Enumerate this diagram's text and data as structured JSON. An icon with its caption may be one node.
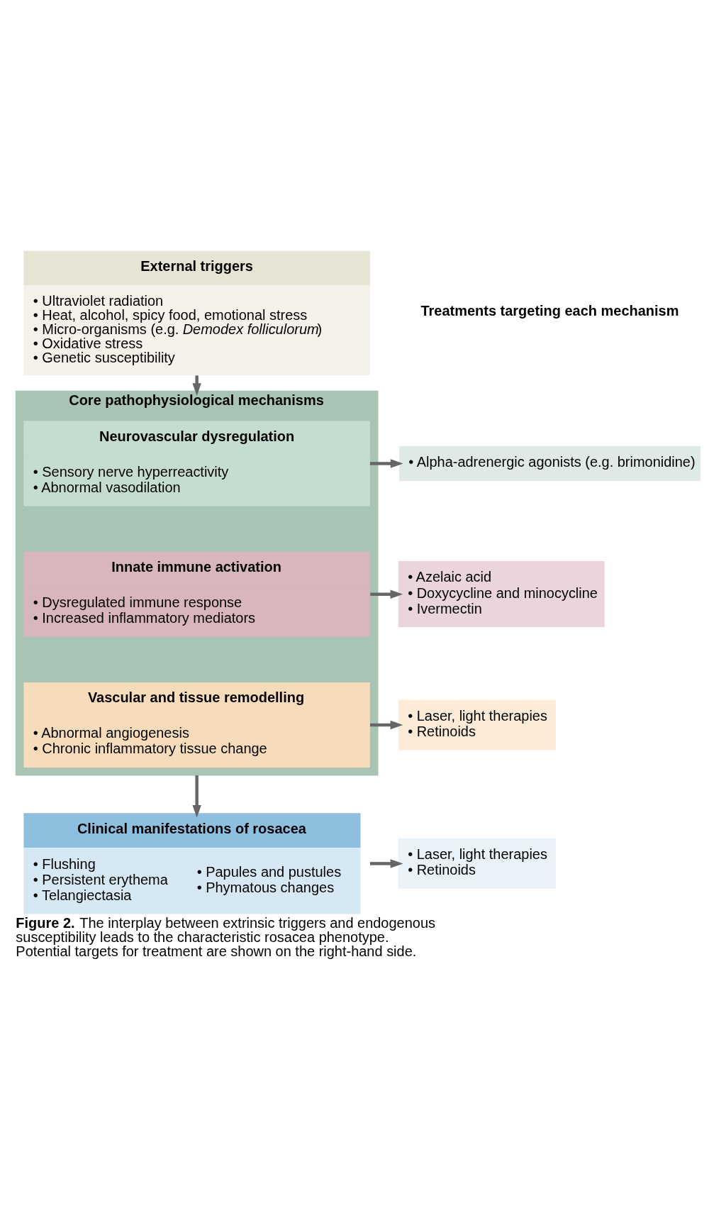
{
  "diagram": {
    "caption": "**Figure 2.** The interplay between extrinsic triggers and endogenous susceptibility leads to the characteristic rosacea phenotype. Potential targets for treatment are shown on the right-hand side.",
    "nodes": [
      {
        "text": [
          "External triggers",
          "• Ultraviolet radiation",
          "• Heat, alcohol, spicy food, emotional stress",
          "• Micro-organisms (e.g. *Demodex folliculorum*)",
          "• Oxidative stress",
          "• Genetic susceptibility"
        ]
      },
      {
        "text": [
          "Core pathophysiological mechanisms"
        ]
      },
      {
        "text": [
          "Neurovascular dysregulation",
          "• Sensory nerve hyperreactivity",
          "• Abnormal vasodilation"
        ],
        "in": 1
      },
      {
        "text": [
          "Innate immune activation",
          "• Dysregulated immune response",
          "• Increased inflammatory mediators"
        ],
        "in": 1
      },
      {
        "text": [
          "Vascular and tissue remodelling",
          "• Abnormal angiogenesis",
          "• Chronic inflammatory tissue change"
        ],
        "in": 1
      },
      {
        "text": [
          "Clinical manifestations of rosacea",
          "• Flushing",
          "• Persistent erythema",
          "• Telangiectasia",
          "• Papules and pustules",
          "• Phymatous changes"
        ]
      },
      {
        "text": [
          "• Alpha-adrenergic agonists (e.g. brimonidine)"
        ]
      },
      {
        "text": [
          "• Azelaic acid",
          "• Doxycycline and minocycline",
          "• Ivermectin"
        ]
      },
      {
        "text": [
          "• Laser, light therapies",
          "• Retinoids"
        ]
      },
      {
        "text": [
          "• Laser, light therapies",
          "• Retinoids"
        ]
      }
    ],
    "edges": [
      {
        "from": 0,
        "to": 1,
        "arrow": "to"
      },
      {
        "from": 2,
        "to": 6,
        "arrow": "to"
      },
      {
        "from": 3,
        "to": 7,
        "arrow": "to"
      },
      {
        "from": 4,
        "to": 8,
        "arrow": "to"
      },
      {
        "from": 1,
        "to": 5,
        "arrow": "to"
      },
      {
        "from": 5,
        "to": 9,
        "arrow": "to"
      }
    ],
    "labels": [
      "Treatments targeting each mechanism"
    ]
  }
}
